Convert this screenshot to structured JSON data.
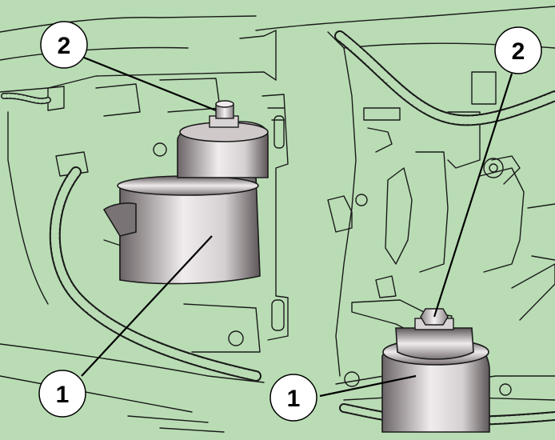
{
  "callouts": [
    {
      "id": "left-1",
      "label": "1"
    },
    {
      "id": "left-2",
      "label": "2"
    },
    {
      "id": "right-1",
      "label": "1"
    },
    {
      "id": "right-2",
      "label": "2"
    }
  ],
  "colors": {
    "background": "#b9dcb4",
    "line": "#1a1a1a",
    "part_dark": "#6b6466",
    "part_light": "#f0eced",
    "callout_fill": "#ffffff"
  }
}
